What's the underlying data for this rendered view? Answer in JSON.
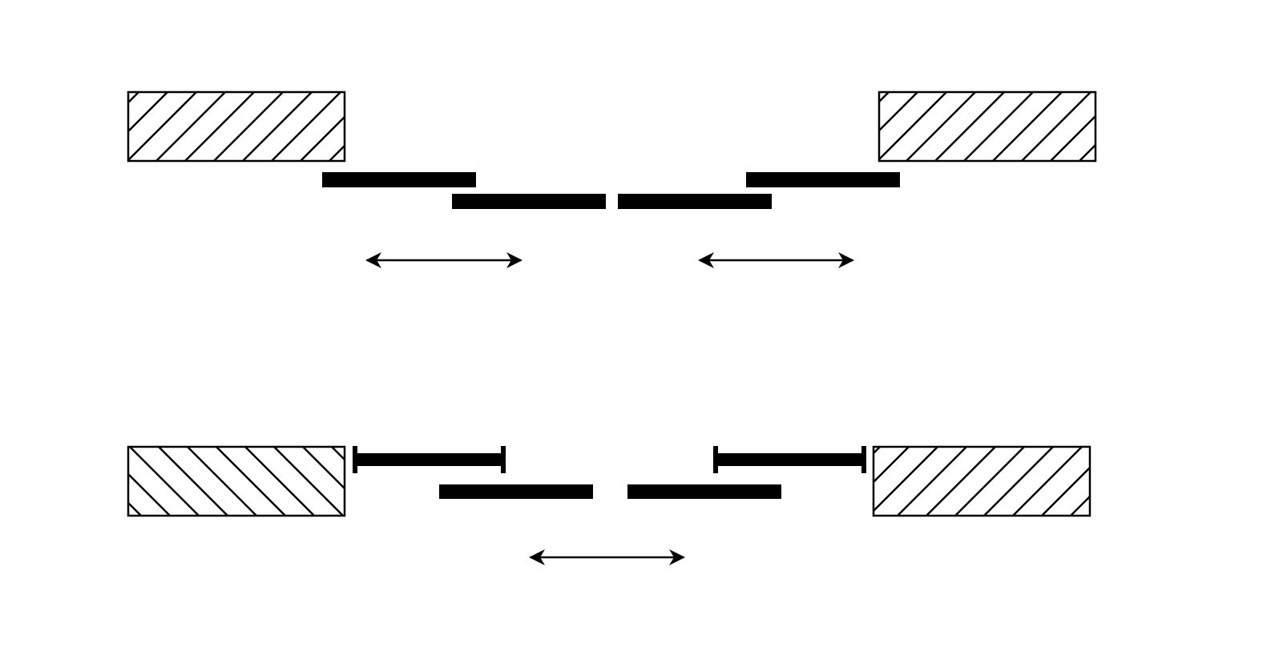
{
  "diagram": {
    "colors": {
      "background": "#ffffff",
      "ink": "#000000",
      "hatch_fill": "#ffffff"
    },
    "top_panel": {
      "left_block": {
        "hatch": "forward-diagonal"
      },
      "right_block": {
        "hatch": "forward-diagonal"
      },
      "bars": 4,
      "arrows": 2,
      "bar_end_stops": false
    },
    "bottom_panel": {
      "left_block": {
        "hatch": "backward-diagonal"
      },
      "right_block": {
        "hatch": "forward-diagonal"
      },
      "bars": 4,
      "arrows": 1,
      "bar_end_stops": true
    }
  }
}
